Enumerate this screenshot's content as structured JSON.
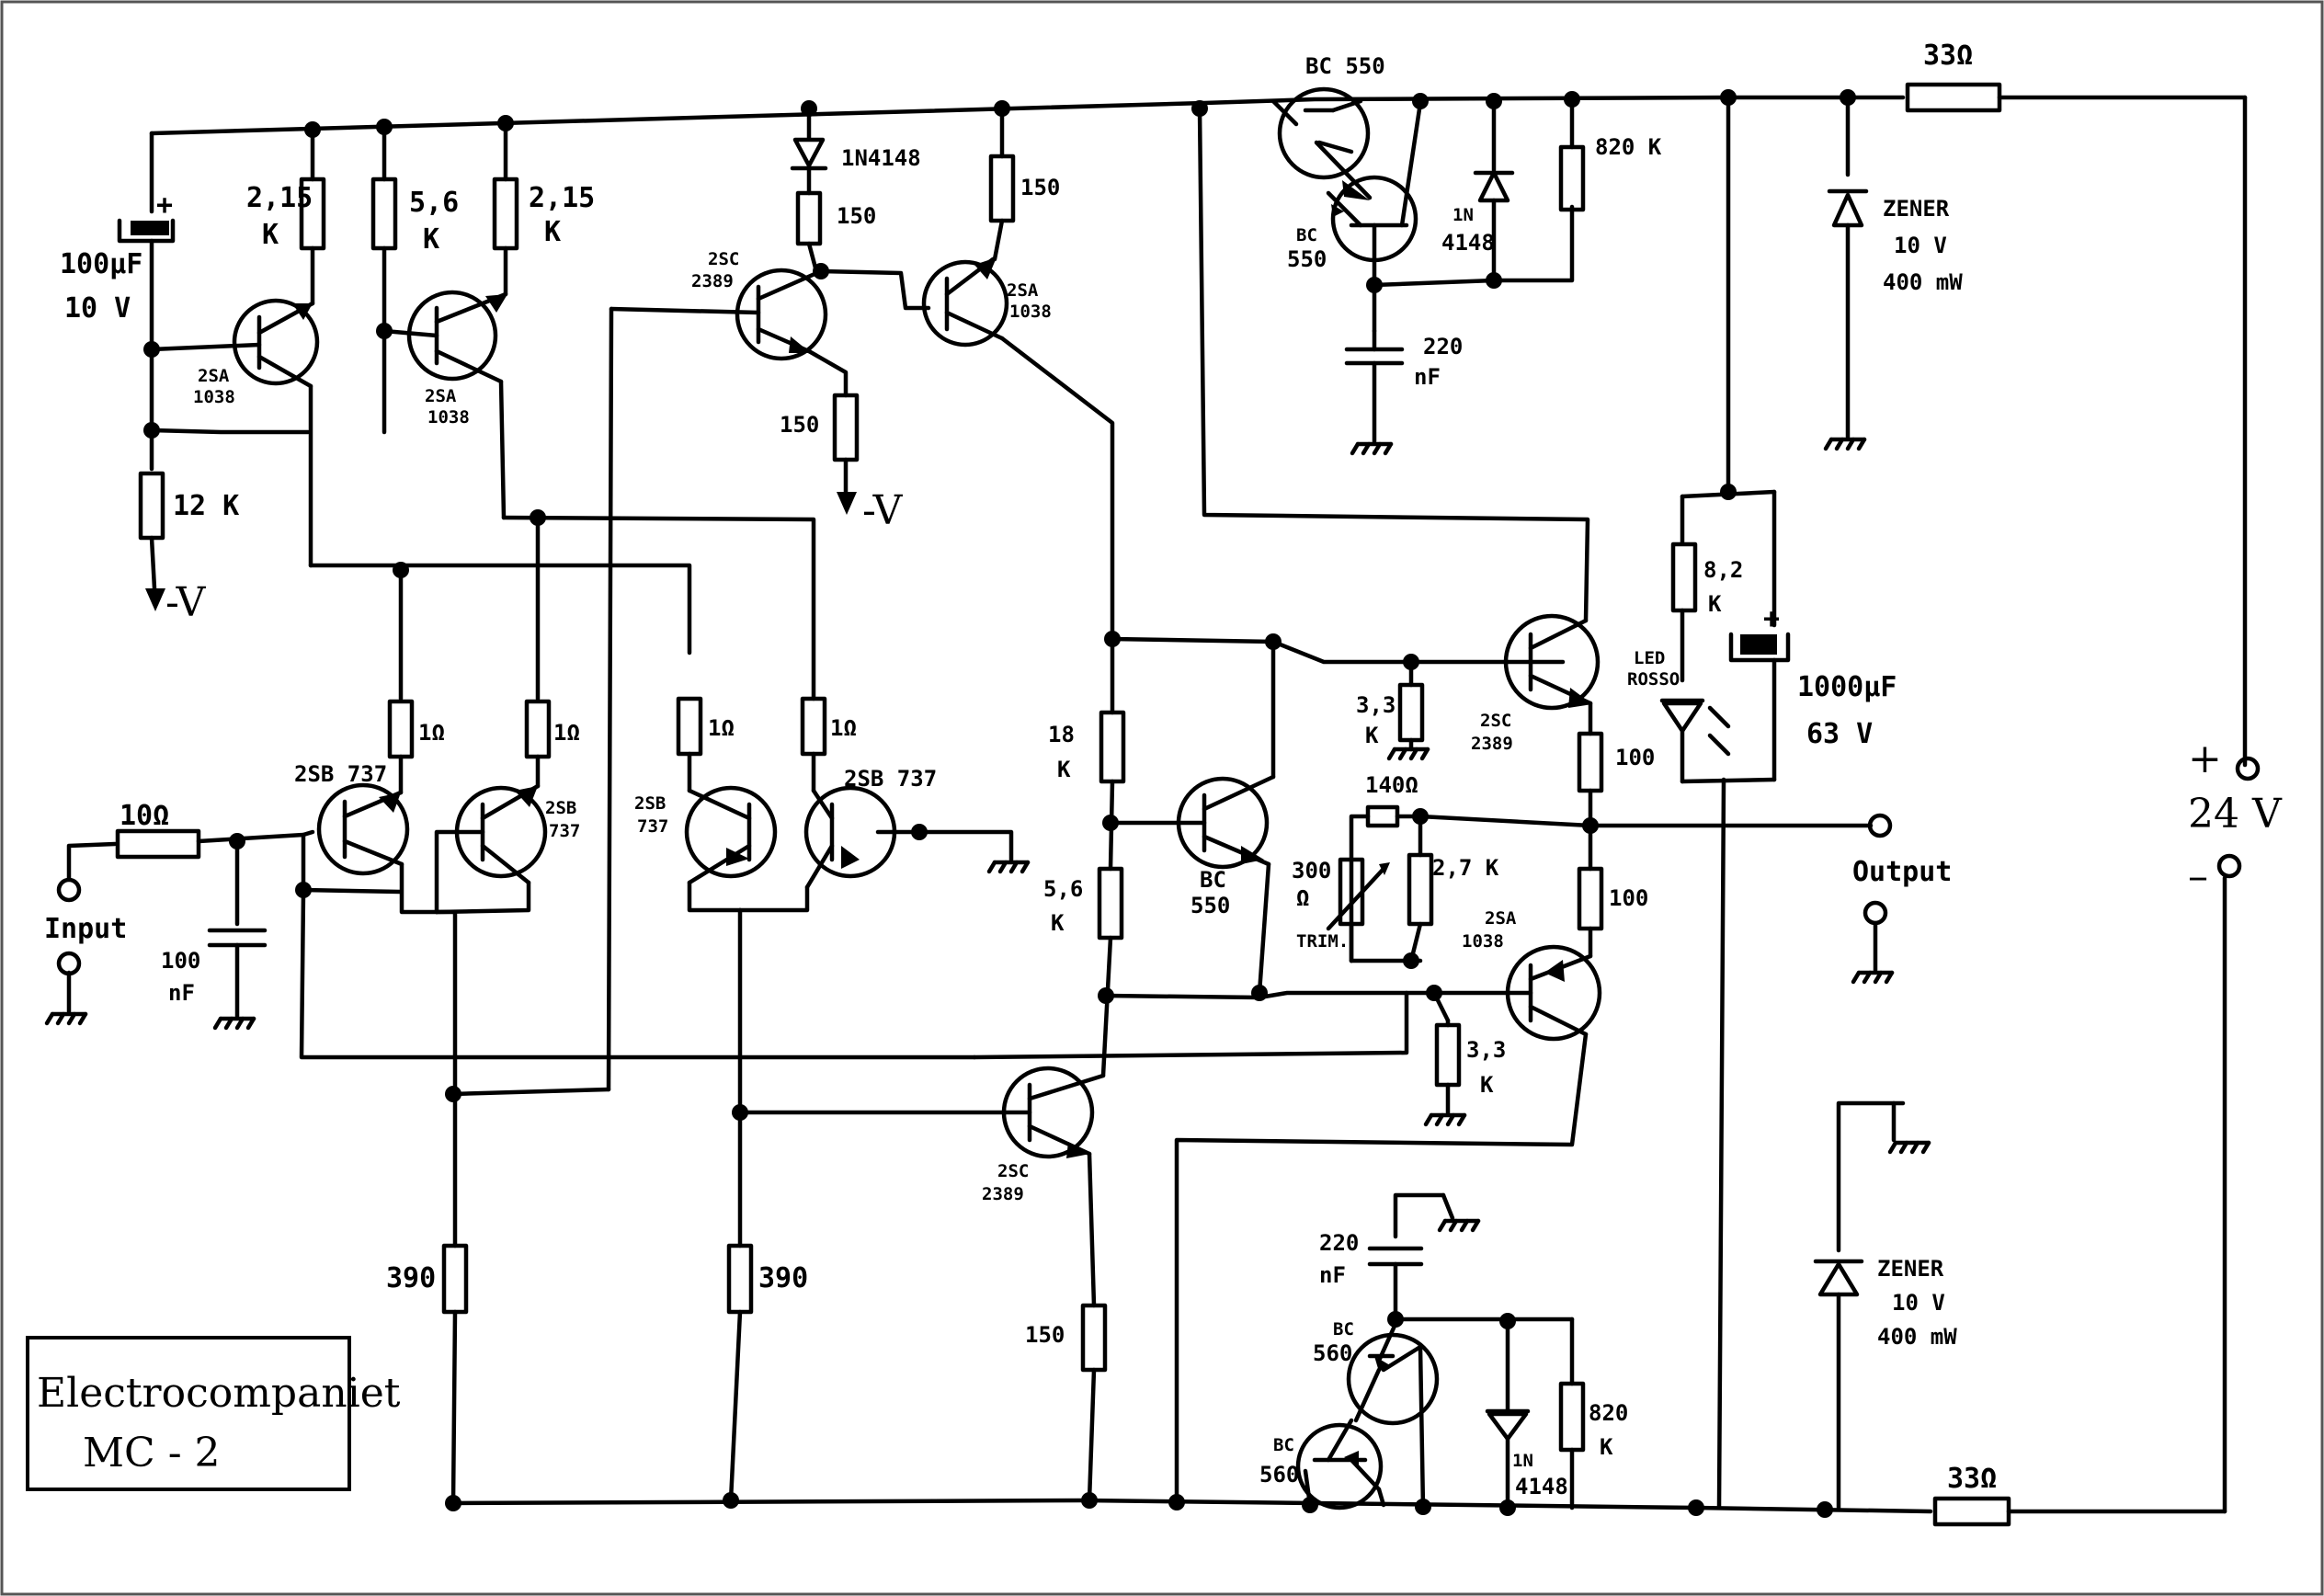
{
  "title": {
    "line1": "Electrocompaniet",
    "line2": "MC - 2"
  },
  "rails": {
    "plus_sign": "+",
    "minus_sign": "–",
    "voltage": "24 V"
  },
  "terminals": {
    "input": "Input",
    "output": "Output",
    "minus_v": "-V"
  },
  "components": {
    "r_in": "10Ω",
    "c_in": [
      "100",
      "nF"
    ],
    "c_top_left": [
      "100μF",
      "10 V"
    ],
    "r_215_a": [
      "2,15",
      "K"
    ],
    "r_56": [
      "5,6",
      "K"
    ],
    "r_215_b": [
      "2,15",
      "K"
    ],
    "r_12k": "12 K",
    "q_2sa_a": [
      "2SA",
      "1038"
    ],
    "q_2sa_b": [
      "2SA",
      "1038"
    ],
    "d_top": "1N4148",
    "r_150_a": "150",
    "r_150_b": "150",
    "r_150_c": "150",
    "r_150_d": "150",
    "q_2sc_top": [
      "2SC",
      "2389"
    ],
    "q_2sa_top": [
      "2SA",
      "1038"
    ],
    "r_1_a": "1Ω",
    "r_1_b": "1Ω",
    "r_1_c": "1Ω",
    "r_1_d": "1Ω",
    "q_2sb_a": "2SB 737",
    "q_2sb_b": [
      "2SB",
      "737"
    ],
    "q_2sb_c": [
      "2SB",
      "737"
    ],
    "q_2sb_d": "2SB 737",
    "r_390_a": "390",
    "r_390_b": "390",
    "r_18k": [
      "18",
      "K"
    ],
    "r_56k": [
      "5,6",
      "K"
    ],
    "q_bc550_mid": [
      "BC",
      "550"
    ],
    "q_2sc_low": [
      "2SC",
      "2389"
    ],
    "r_33k_a": [
      "3,3",
      "K"
    ],
    "r_140": "140Ω",
    "trim": [
      "300",
      "Ω",
      "TRIM."
    ],
    "r_27k": "2,7 K",
    "r_33k_b": [
      "3,3",
      "K"
    ],
    "q_2sc_out": [
      "2SC",
      "2389"
    ],
    "q_2sa_out": [
      "2SA",
      "1038"
    ],
    "r_100_a": "100",
    "r_100_b": "100",
    "q_bc550_top": "BC 550",
    "q_bc550_top2": [
      "BC",
      "550"
    ],
    "c_220_top": [
      "220",
      "nF"
    ],
    "d_1n_top": [
      "1N",
      "4148"
    ],
    "r_820_top": "820 K",
    "q_bc560_a": [
      "BC",
      "560"
    ],
    "q_bc560_b": [
      "BC",
      "560"
    ],
    "c_220_bot": [
      "220",
      "nF"
    ],
    "d_1n_bot": [
      "1N",
      "4148"
    ],
    "r_820_bot": [
      "820",
      "K"
    ],
    "r_33_top": "33Ω",
    "r_33_bot": "33Ω",
    "zener_top": [
      "ZENER",
      "10 V",
      "400 mW"
    ],
    "zener_bot": [
      "ZENER",
      "10 V",
      "400 mW"
    ],
    "r_82k": [
      "8,2",
      "K"
    ],
    "led": [
      "LED",
      "ROSSO"
    ],
    "c_1000": [
      "1000μF",
      "63 V"
    ]
  }
}
